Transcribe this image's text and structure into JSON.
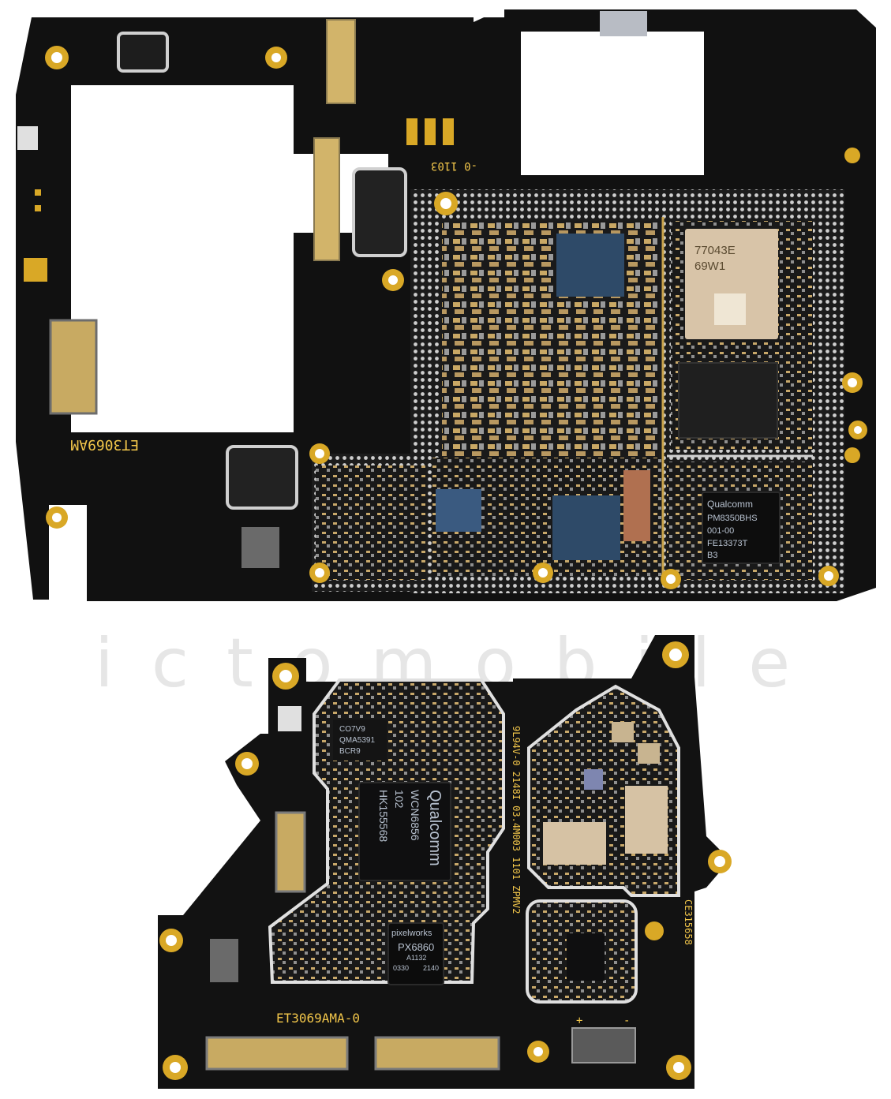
{
  "watermark": "ictomobile",
  "main_board": {
    "silkscreen": {
      "model": "ET3069AM",
      "revision": "-0 1103"
    },
    "chips": {
      "rf_module": [
        "77043E",
        "69W1"
      ],
      "pmic_brand": "Qualcomm",
      "pmic_lines": [
        "PM8350BHS",
        "001-00",
        "FE13373T",
        "B3"
      ]
    }
  },
  "sub_board": {
    "silkscreen": {
      "model": "ET3069AMA-0",
      "code_vertical": "9L94V-0 2148I 03.4M003 1101 ZPMV2",
      "cert": "CE315658",
      "plus_label": "+",
      "minus_label": "-"
    },
    "chips": {
      "qualcomm_brand": "Qualcomm",
      "qualcomm_lines": [
        "WCN6856",
        "102",
        "HK155568"
      ],
      "qma_lines": [
        "CO7V9",
        "QMA5391",
        "BCR9"
      ],
      "pixelworks_brand": "pixelworks",
      "pixelworks_lines": [
        "PX6860",
        "A1132",
        "0330",
        "2140"
      ]
    }
  }
}
